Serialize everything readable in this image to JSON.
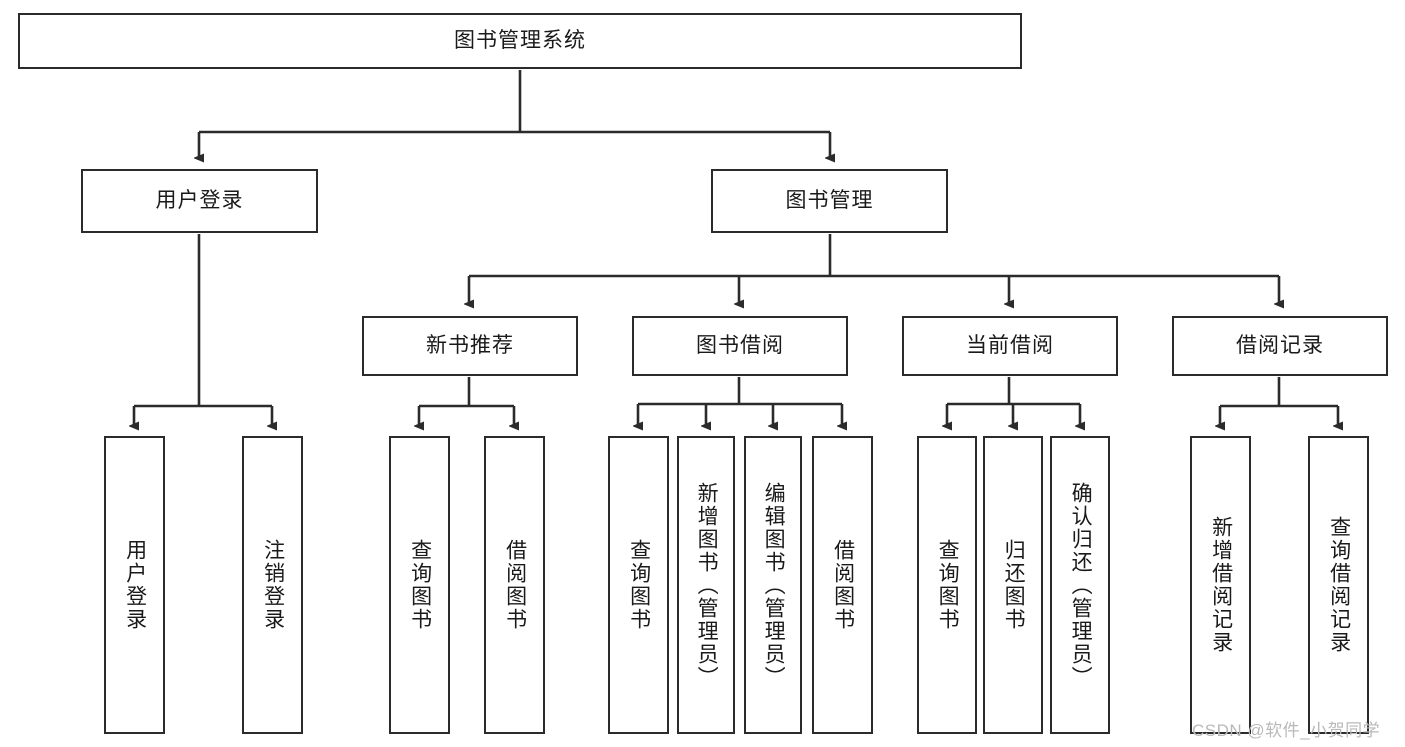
{
  "diagram": {
    "title_node": {
      "label": "图书管理系统"
    },
    "level1": [
      {
        "id": "user-login",
        "label": "用户登录"
      },
      {
        "id": "book-management",
        "label": "图书管理"
      }
    ],
    "level2": [
      {
        "id": "new-book-recommend",
        "label": "新书推荐"
      },
      {
        "id": "book-borrow",
        "label": "图书借阅"
      },
      {
        "id": "current-borrow",
        "label": "当前借阅"
      },
      {
        "id": "borrow-record",
        "label": "借阅记录"
      }
    ],
    "leaves": [
      {
        "id": "leaf-user-login",
        "label": "用户登录",
        "parent": "user-login"
      },
      {
        "id": "leaf-logout-login",
        "label": "注销登录",
        "parent": "user-login"
      },
      {
        "id": "leaf-query-book-1",
        "label": "查询图书",
        "parent": "new-book-recommend"
      },
      {
        "id": "leaf-borrow-book-1",
        "label": "借阅图书",
        "parent": "new-book-recommend"
      },
      {
        "id": "leaf-query-book-2",
        "label": "查询图书",
        "parent": "book-borrow"
      },
      {
        "id": "leaf-add-book",
        "label": "新增图书（管理员）",
        "parent": "book-borrow"
      },
      {
        "id": "leaf-edit-book",
        "label": "编辑图书（管理员）",
        "parent": "book-borrow"
      },
      {
        "id": "leaf-borrow-book-2",
        "label": "借阅图书",
        "parent": "book-borrow"
      },
      {
        "id": "leaf-query-book-3",
        "label": "查询图书",
        "parent": "current-borrow"
      },
      {
        "id": "leaf-return-book",
        "label": "归还图书",
        "parent": "current-borrow"
      },
      {
        "id": "leaf-confirm-return",
        "label": "确认归还（管理员）",
        "parent": "current-borrow"
      },
      {
        "id": "leaf-add-record",
        "label": "新增借阅记录",
        "parent": "borrow-record"
      },
      {
        "id": "leaf-query-record",
        "label": "查询借阅记录",
        "parent": "borrow-record"
      }
    ],
    "watermark": "CSDN @软件_小贺同学",
    "colors": {
      "stroke": "#2b2b2b",
      "fill": "#ffffff",
      "text": "#1a1a1a",
      "watermark": "#b9b9b9"
    }
  }
}
